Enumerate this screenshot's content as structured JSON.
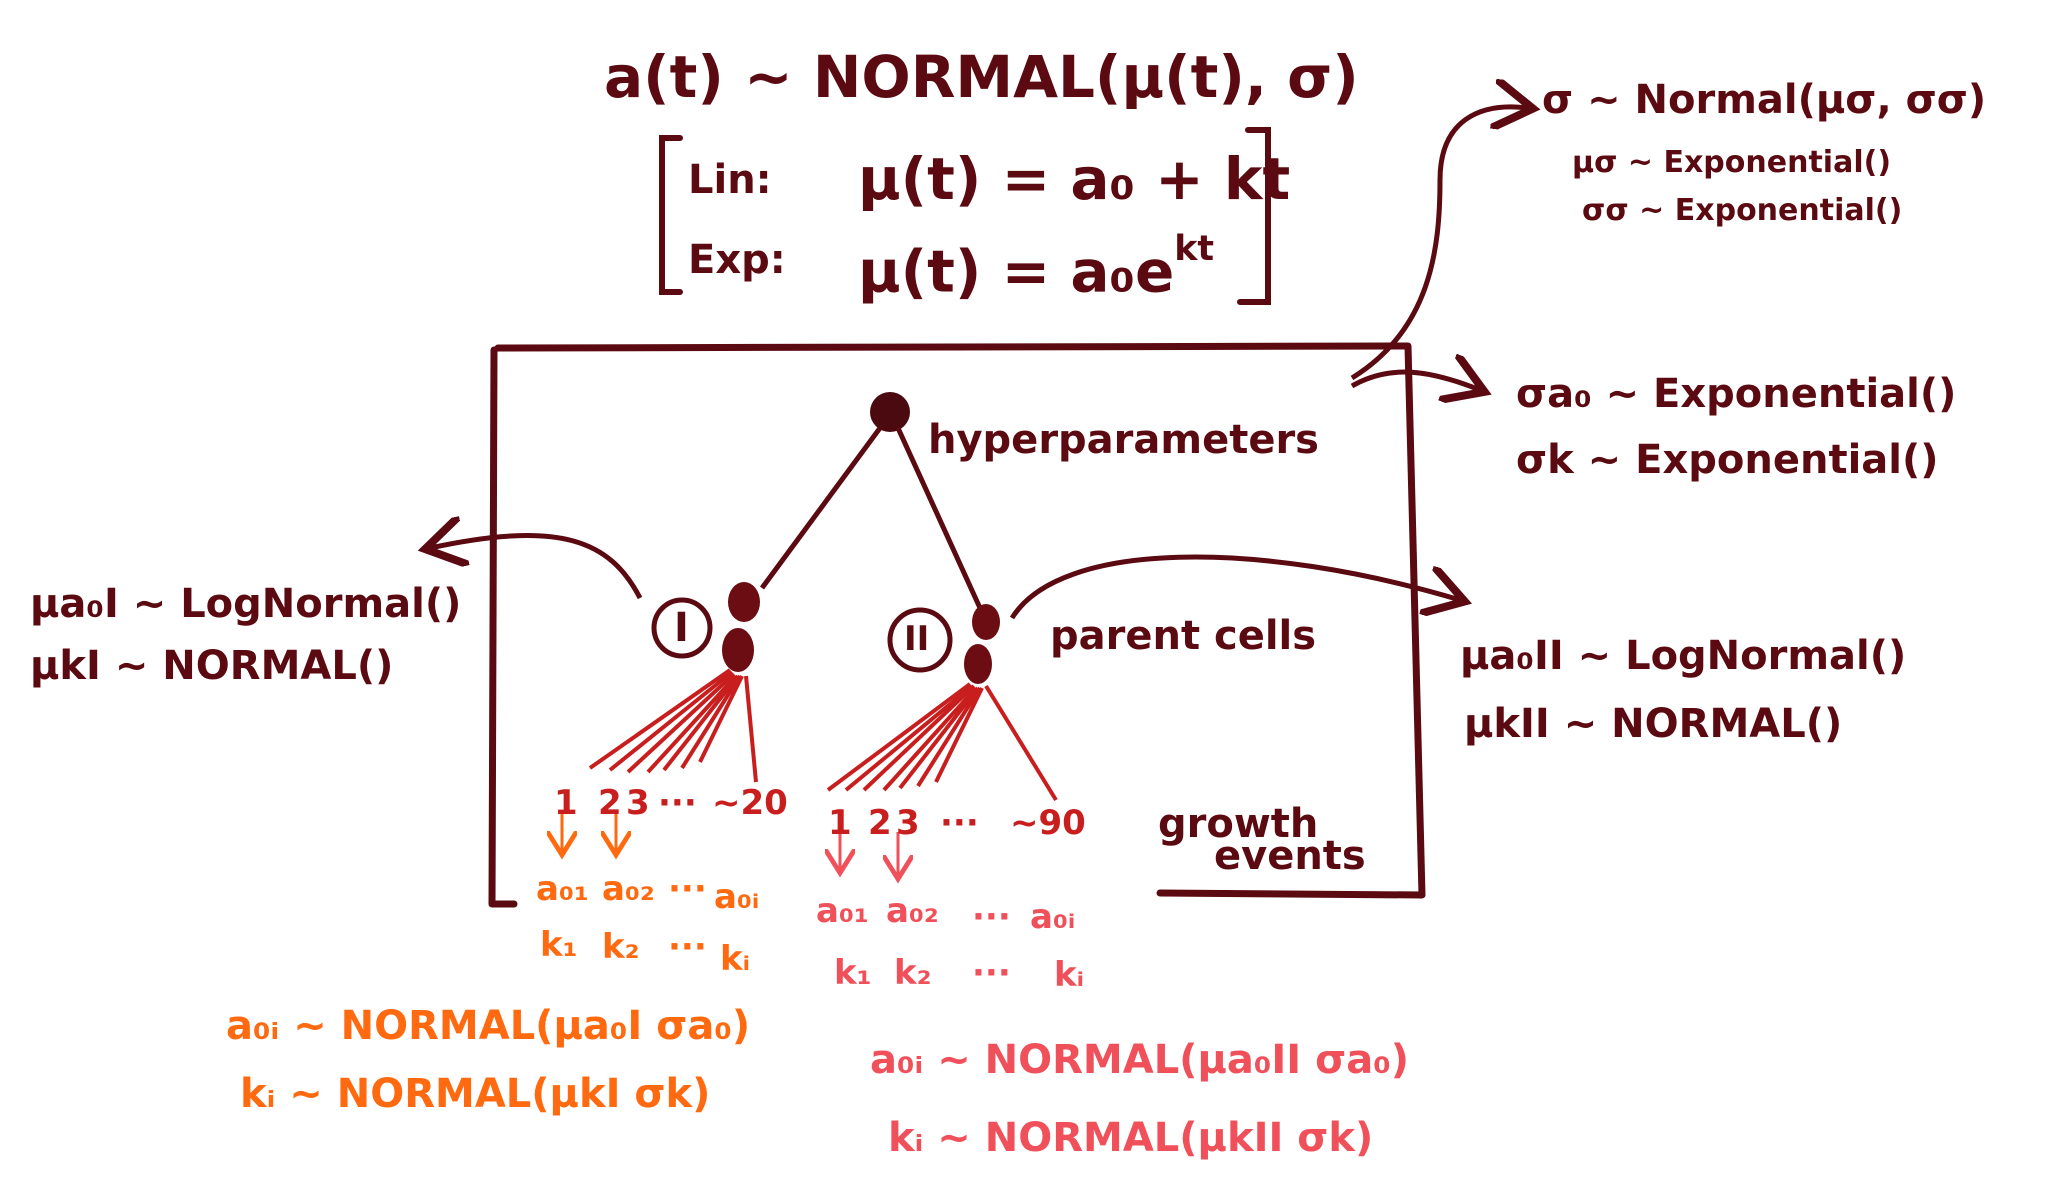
{
  "header": {
    "model": "a(t) ~ NORMAL(μ(t), σ)",
    "lin_label": "Lin:",
    "lin_eq": "μ(t) = a₀ + kt",
    "exp_label": "Exp:",
    "exp_eq_base": "μ(t) = a₀e",
    "exp_eq_sup": "kt"
  },
  "top_right": {
    "sigma": "σ ~ Normal(μσ, σσ)",
    "mu_sigma": "μσ ~ Exponential()",
    "sigma_sigma": "σσ ~ Exponential()"
  },
  "mid_right": {
    "sigma_a0": "σa₀ ~ Exponential()",
    "sigma_k": "σk ~ Exponential()"
  },
  "hyper_label": "hyperparameters",
  "parent_label": "parent cells",
  "growth_label_1": "growth",
  "growth_label_2": "events",
  "group1": {
    "numeral": "I",
    "mu_a0": "μa₀I ~ LogNormal()",
    "mu_k": "μkI ~ NORMAL()",
    "event_nums": [
      "1",
      "2",
      "3",
      "···",
      "~20"
    ],
    "a_row": [
      "a₀₁",
      "a₀₂",
      "···",
      "a₀ᵢ"
    ],
    "k_row": [
      "k₁",
      "k₂",
      "···",
      "kᵢ"
    ],
    "a_dist": "a₀ᵢ ~ NORMAL(μa₀I σa₀)",
    "k_dist": "kᵢ ~ NORMAL(μkI σk)"
  },
  "group2": {
    "numeral": "II",
    "mu_a0": "μa₀II ~ LogNormal()",
    "mu_k": "μkII ~ NORMAL()",
    "event_nums": [
      "1",
      "2",
      "3",
      "···",
      "~90"
    ],
    "a_row": [
      "a₀₁",
      "a₀₂",
      "···",
      "a₀ᵢ"
    ],
    "k_row": [
      "k₁",
      "k₂",
      "···",
      "kᵢ"
    ],
    "a_dist": "a₀ᵢ ~ NORMAL(μa₀II σa₀)",
    "k_dist": "kᵢ ~ NORMAL(μkII σk)"
  },
  "colors": {
    "maroon": "#5a0a10",
    "dark_red": "#6b0d12",
    "orange": "#ff6a10",
    "pink": "#f0505a",
    "red": "#c81e1e"
  }
}
